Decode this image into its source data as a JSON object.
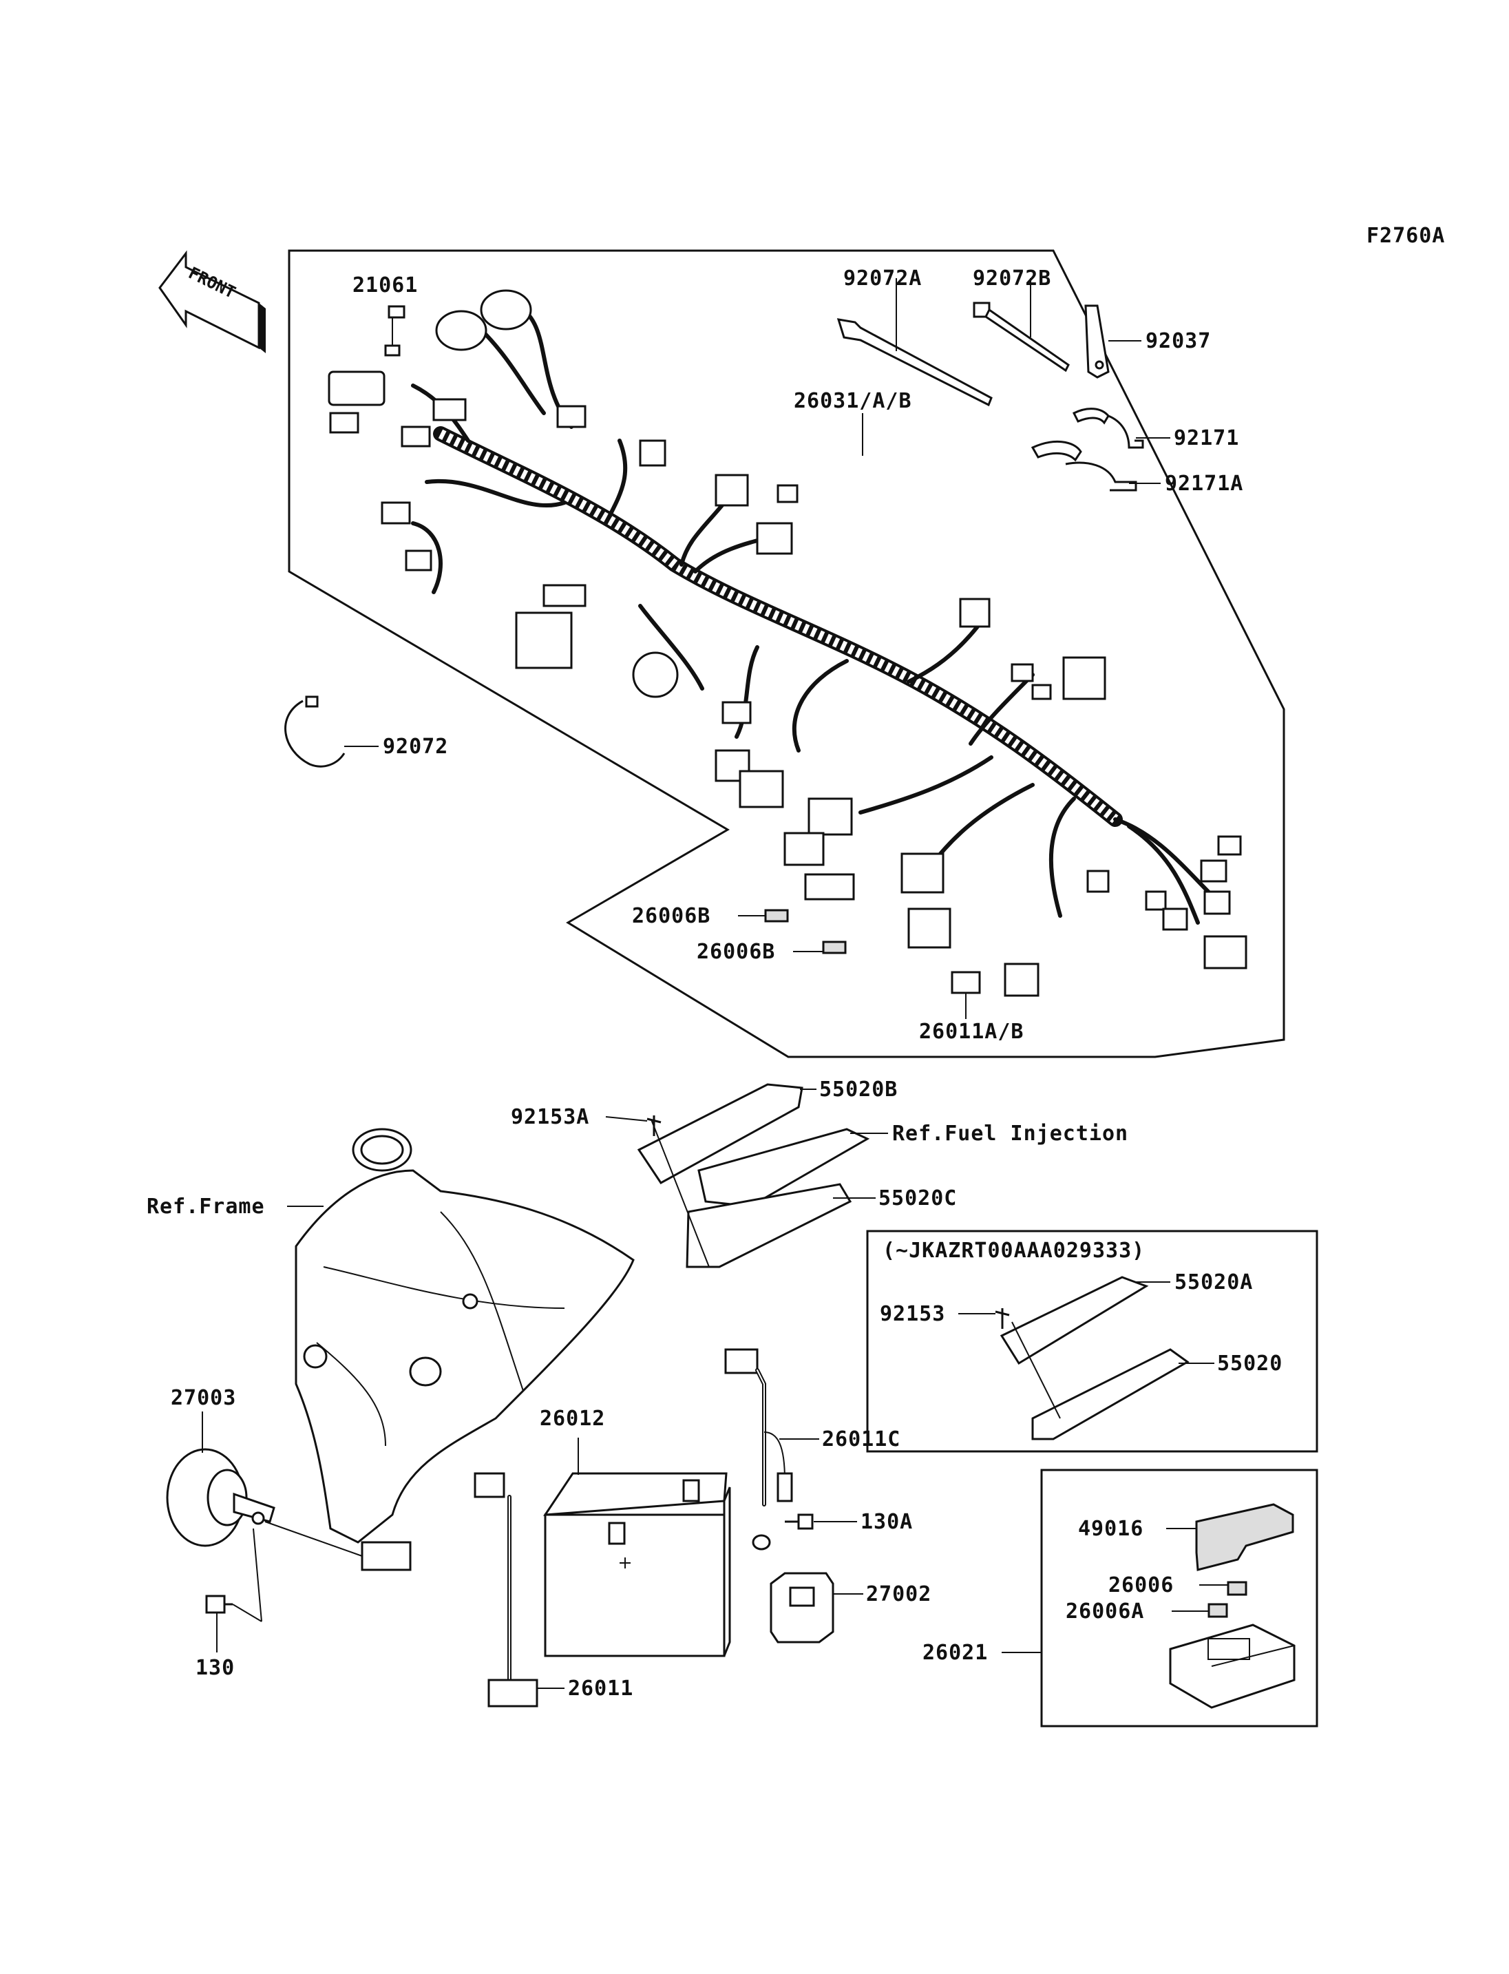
{
  "diagram_code": "F2760A",
  "front_arrow": {
    "text": "FRONT",
    "icon": "front-arrow-icon"
  },
  "labels": {
    "p21061": "21061",
    "p92072A": "92072A",
    "p92072B": "92072B",
    "p92037": "92037",
    "p26031": "26031/A/B",
    "p92171": "92171",
    "p92171A": "92171A",
    "p92072": "92072",
    "p26006B_1": "26006B",
    "p26006B_2": "26006B",
    "p26011AB": "26011A/B",
    "p55020B": "55020B",
    "p92153A": "92153A",
    "ref_fuel_injection": "Ref.Fuel Injection",
    "ref_frame": "Ref.Frame",
    "p55020C": "55020C",
    "serial_note": "(~JKAZRT00AAA029333)",
    "p55020A": "55020A",
    "p92153": "92153",
    "p55020": "55020",
    "p27003": "27003",
    "p26012": "26012",
    "p26011C": "26011C",
    "p130A": "130A",
    "p27002": "27002",
    "p49016": "49016",
    "p26006": "26006",
    "p26006A": "26006A",
    "p26021": "26021",
    "p130": "130",
    "p26011": "26011"
  }
}
